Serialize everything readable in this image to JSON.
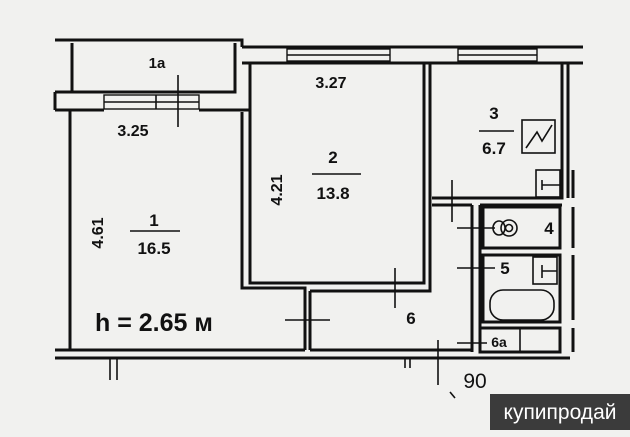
{
  "plan": {
    "ceiling_height": "h = 2.65 м",
    "rooms": [
      {
        "id": "1",
        "area": "16.5",
        "width": "3.25",
        "length": "4.61"
      },
      {
        "id": "1а"
      },
      {
        "id": "2",
        "area": "13.8",
        "width": "3.27",
        "length": "4.21"
      },
      {
        "id": "3",
        "area": "6.7"
      },
      {
        "id": "4"
      },
      {
        "id": "5"
      },
      {
        "id": "6"
      },
      {
        "id": "6а"
      }
    ],
    "entrance_dimension": "90"
  },
  "watermark": "купипродай"
}
